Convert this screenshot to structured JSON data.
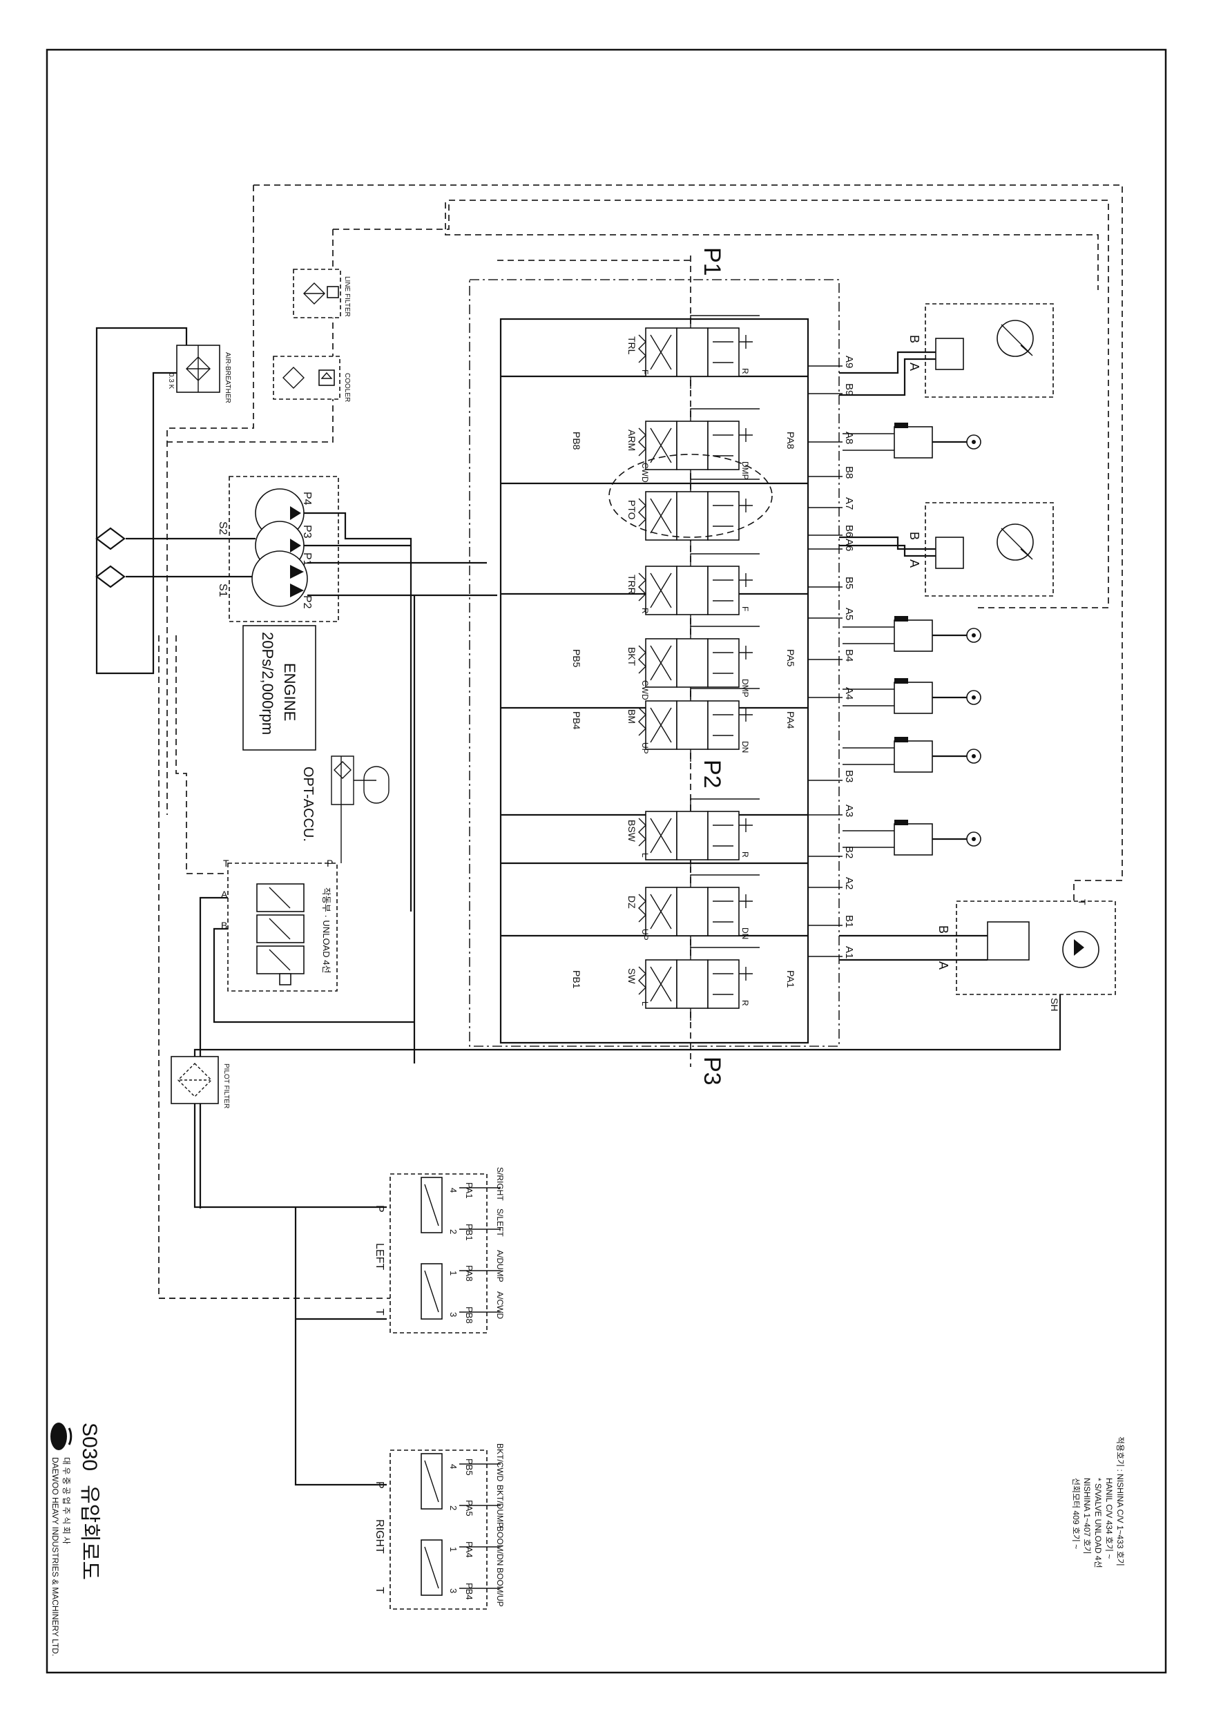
{
  "labels": {
    "p1": "P1",
    "p2": "P2",
    "p3": "P3",
    "s1": "S1",
    "s2": "S2",
    "pump_p4": "P4",
    "pump_p3": "P3",
    "pump_p1": "P1",
    "pump_p2": "P2",
    "engine": "ENGINE",
    "engine_spec": "20Ps/2,000rpm",
    "opt_accu": "OPT-ACCU.",
    "line_filter": "LINE FILTER",
    "cooler": "COOLER",
    "air_breather": "AIR-BREATHER",
    "breather_val": "0.3 K",
    "pilot_filter": "PILOT FILTER",
    "unload_block": "작동부 · UNLOAD 4선",
    "port_t": "T",
    "port_p": "P",
    "port_a": "A",
    "port_b": "B"
  },
  "valves": [
    {
      "name": "TRL",
      "left": "F",
      "right": "R"
    },
    {
      "name": "ARM",
      "left": "CWD",
      "right": "DMP",
      "pa": "PA8",
      "pb": "PB8"
    },
    {
      "name": "PTO",
      "left": "",
      "right": ""
    },
    {
      "name": "TRR",
      "left": "R",
      "right": "F"
    },
    {
      "name": "BKT",
      "left": "CWD",
      "right": "DMP",
      "pa": "PA5",
      "pb": "PB5"
    },
    {
      "name": "BM",
      "left": "UP",
      "right": "DN",
      "pa": "PA4",
      "pb": "PB4"
    },
    {
      "name": "BSW",
      "left": "L",
      "right": "R"
    },
    {
      "name": "DZ",
      "left": "UP",
      "right": "DN"
    },
    {
      "name": "SW",
      "left": "L",
      "right": "R",
      "pa": "PA1",
      "pb": "PB1"
    }
  ],
  "ports": [
    "A9",
    "B9",
    "A8",
    "B8",
    "A7",
    "B6",
    "A6",
    "B5",
    "A5",
    "B4",
    "A4",
    "B3",
    "A3",
    "B2",
    "A2",
    "B1",
    "A1"
  ],
  "motor_ports": {
    "b": "B",
    "a": "A",
    "t": "T",
    "sh": "SH"
  },
  "joystick_left": {
    "title": "LEFT",
    "p": "P",
    "t": "T",
    "ports": [
      {
        "num": "4",
        "pa": "PA1",
        "func": "S/RIGHT"
      },
      {
        "num": "2",
        "pa": "PB1",
        "func": "S/LEFT"
      },
      {
        "num": "1",
        "pa": "PA8",
        "func": "A/DUMP"
      },
      {
        "num": "3",
        "pa": "PB8",
        "func": "A/CWD"
      }
    ]
  },
  "joystick_right": {
    "title": "RIGHT",
    "p": "P",
    "t": "T",
    "ports": [
      {
        "num": "4",
        "pa": "PB5",
        "func": "BKT/CWD"
      },
      {
        "num": "2",
        "pa": "PA5",
        "func": "BKT/DUMP"
      },
      {
        "num": "1",
        "pa": "PA4",
        "func": "BOOM/DN"
      },
      {
        "num": "3",
        "pa": "PB4",
        "func": "BOOM/UP"
      }
    ]
  },
  "notes": [
    "적용호기 : NISHINA C/V 1~433 호기",
    "HANIL C/V 434 호기 ~",
    "* S/VALVE UNLOAD 4선",
    "NISHINA 1~407 호기",
    "선회모터 409 호기 ~"
  ],
  "title_block": {
    "model": "S030",
    "drawing": "유압회로도",
    "company_kr": "대 우 중 공 업 주 식 회 사",
    "company_en": "DAEWOO HEAVY INDUSTRIES & MACHINERY LTD."
  }
}
